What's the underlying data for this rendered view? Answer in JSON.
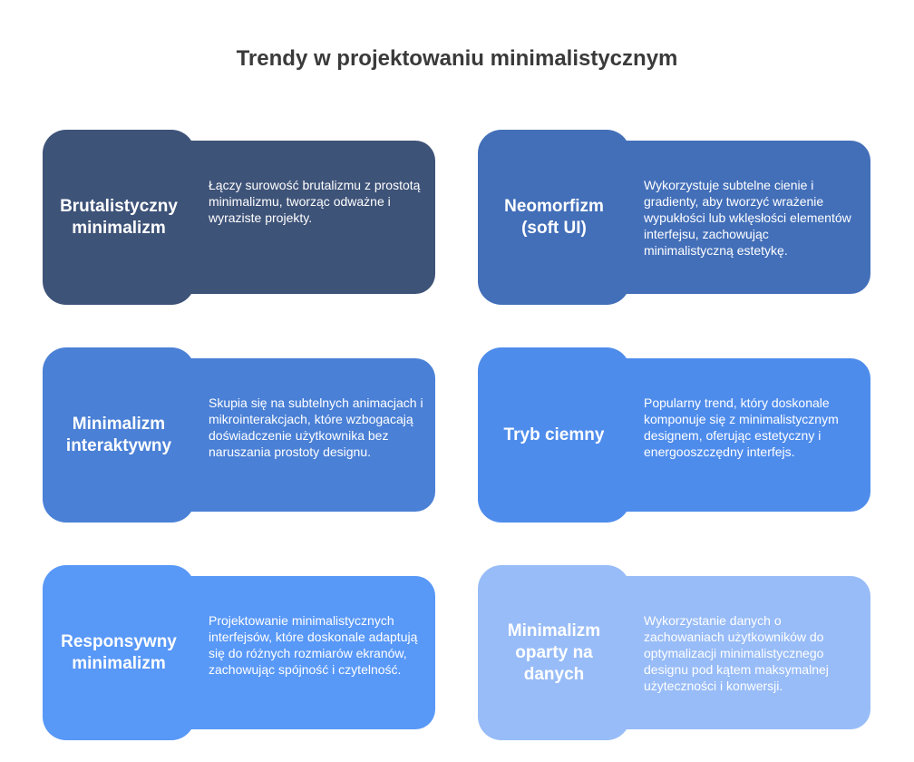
{
  "title": "Trendy w projektowaniu minimalistycznym",
  "cards": [
    {
      "name": "Brutalistyczny\nminimalizm",
      "description": "Łączy surowość brutalizmu z prostotą minimalizmu, tworząc odważne i wyraziste projekty.",
      "color": "#3e5378"
    },
    {
      "name": "Neomorfizm\n(soft UI)",
      "description": "Wykorzystuje subtelne cienie i gradienty, aby tworzyć wrażenie wypukłości lub wklęsłości elementów interfejsu, zachowując minimalistyczną estetykę.",
      "color": "#436fb9"
    },
    {
      "name": "Minimalizm\ninteraktywny",
      "description": "Skupia się na subtelnych animacjach i mikrointerakcjach, które wzbogacają doświadczenie użytkownika bez naruszania prostoty designu.",
      "color": "#4a80d6"
    },
    {
      "name": "Tryb ciemny",
      "description": "Popularny trend, który doskonale komponuje się z minimalistycznym designem, oferując estetyczny i energooszczędny interfejs.",
      "color": "#4e8cec"
    },
    {
      "name": "Responsywny\nminimalizm",
      "description": "Projektowanie minimalistycznych interfejsów, które doskonale adaptują się do różnych rozmiarów ekranów, zachowując spójność i czytelność.",
      "color": "#5898f7"
    },
    {
      "name": "Minimalizm\noparty na\ndanych",
      "description": "Wykorzystanie danych o zachowaniach użytkowników do optymalizacji minimalistycznego designu pod kątem maksymalnej użyteczności i konwersji.",
      "color": "#98bcf7"
    }
  ]
}
